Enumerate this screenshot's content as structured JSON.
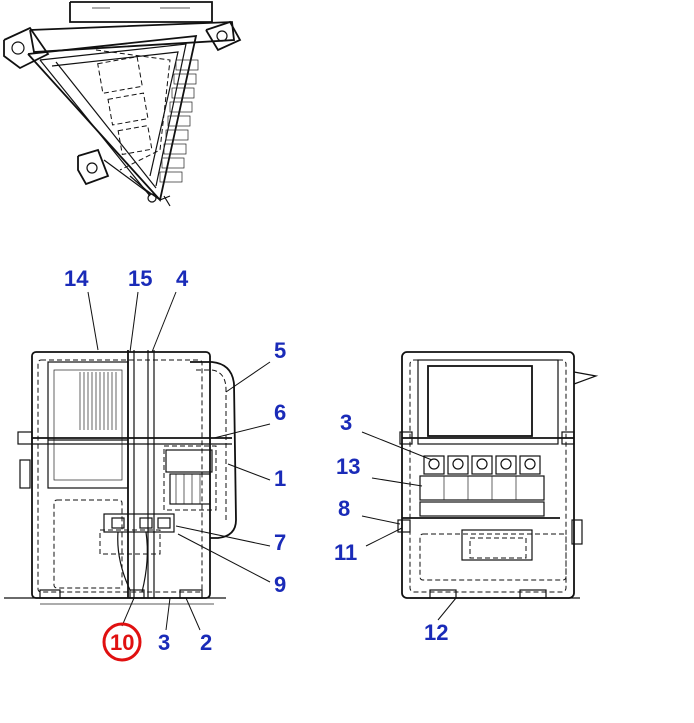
{
  "labels": {
    "l1": "1",
    "l2": "2",
    "l3a": "3",
    "l3b": "3",
    "l4": "4",
    "l5": "5",
    "l6": "6",
    "l7": "7",
    "l8": "8",
    "l9": "9",
    "l10": "10",
    "l11": "11",
    "l12": "12",
    "l13": "13",
    "l14": "14",
    "l15": "15"
  },
  "colors": {
    "callout_text": "#1a2bb8",
    "highlight": "#e01010",
    "linework": "#111111"
  }
}
